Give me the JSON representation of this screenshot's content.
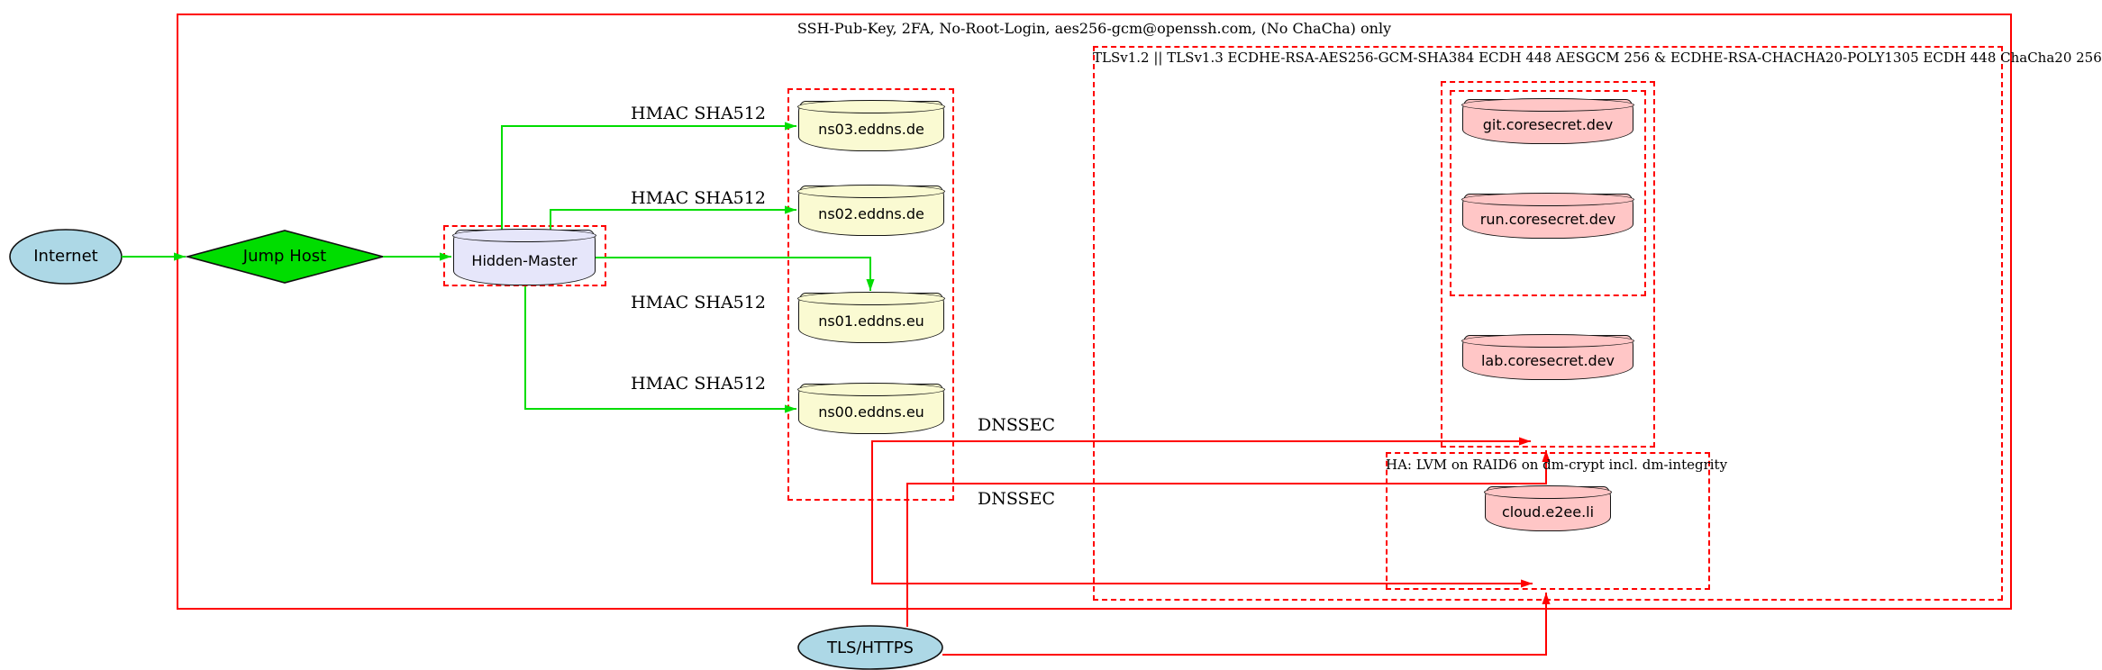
{
  "colors": {
    "red": "#ff0000",
    "green": "#00dd00",
    "node_blue": "#add8e6",
    "node_lavender": "#e6e6fa",
    "node_yellow": "#fafad2",
    "node_pink": "#ffc6c6"
  },
  "clusters": {
    "ssh": {
      "label": "SSH-Pub-Key, 2FA, No-Root-Login, aes256-gcm@openssh.com, (No ChaCha) only"
    },
    "tls": {
      "label": "TLSv1.2 || TLSv1.3 ECDHE-RSA-AES256-GCM-SHA384 ECDH 448 AESGCM 256 & ECDHE-RSA-CHACHA20-POLY1305 ECDH 448 ChaCha20 256"
    },
    "ha": {
      "label": "HA: LVM on RAID6 on dm-crypt incl. dm-integrity"
    }
  },
  "nodes": {
    "internet": {
      "label": "Internet"
    },
    "jump_host": {
      "label": "Jump Host"
    },
    "hidden_master": {
      "label": "Hidden-Master"
    },
    "ns03": {
      "label": "ns03.eddns.de"
    },
    "ns02": {
      "label": "ns02.eddns.de"
    },
    "ns01": {
      "label": "ns01.eddns.eu"
    },
    "ns00": {
      "label": "ns00.eddns.eu"
    },
    "git": {
      "label": "git.coresecret.dev"
    },
    "run": {
      "label": "run.coresecret.dev"
    },
    "lab": {
      "label": "lab.coresecret.dev"
    },
    "cloud": {
      "label": "cloud.e2ee.li"
    },
    "tls_https": {
      "label": "TLS/HTTPS"
    }
  },
  "edge_labels": {
    "hmac_ns03": "HMAC SHA512",
    "hmac_ns02": "HMAC SHA512",
    "hmac_ns01": "HMAC SHA512",
    "hmac_ns00": "HMAC SHA512",
    "dnssec_1": "DNSSEC",
    "dnssec_2": "DNSSEC"
  }
}
